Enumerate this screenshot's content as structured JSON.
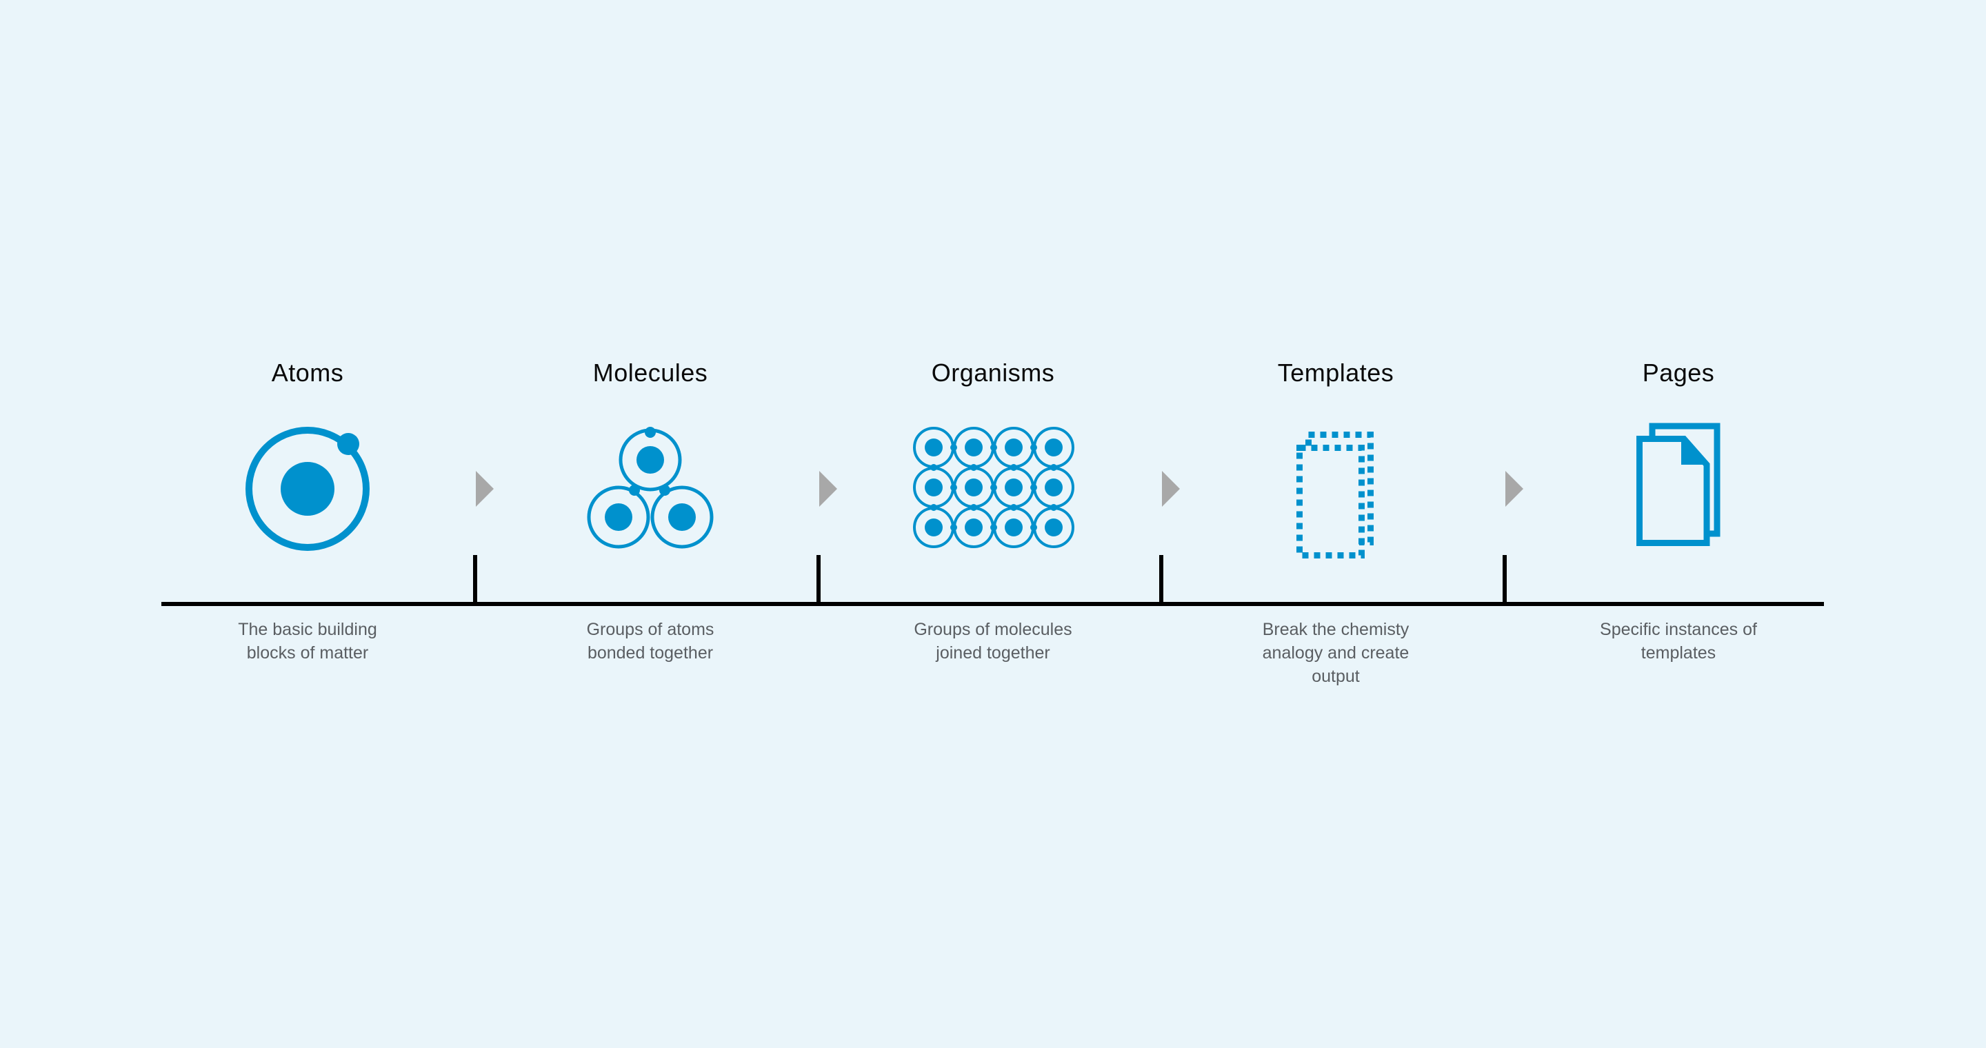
{
  "colors": {
    "background": "#eaf5fa",
    "icon_blue": "#0091cd",
    "title_text": "#0a0a0a",
    "description_text": "#5a5e62",
    "arrow_gray": "#a8a8a8",
    "timeline": "#000000"
  },
  "stages": [
    {
      "title": "Atoms",
      "icon": "atom-icon",
      "description": [
        "The basic building",
        "blocks of matter"
      ]
    },
    {
      "title": "Molecules",
      "icon": "molecule-icon",
      "description": [
        "Groups of atoms",
        "bonded together"
      ]
    },
    {
      "title": "Organisms",
      "icon": "organism-icon",
      "description": [
        "Groups of molecules",
        "joined together"
      ]
    },
    {
      "title": "Templates",
      "icon": "template-icon",
      "description": [
        "Break the chemisty",
        "analogy and create",
        "output"
      ]
    },
    {
      "title": "Pages",
      "icon": "pages-icon",
      "description": [
        "Specific instances of",
        "templates"
      ]
    }
  ]
}
